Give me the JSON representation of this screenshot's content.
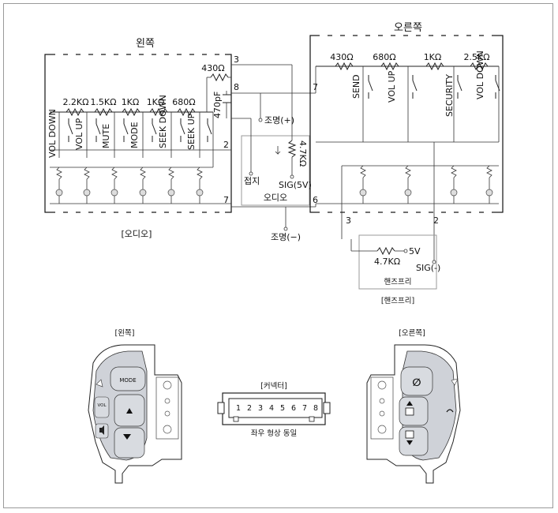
{
  "left_section": {
    "title": "왼쪽",
    "resistors": [
      "2.2KΩ",
      "1.5KΩ",
      "1KΩ",
      "1KΩ",
      "680Ω"
    ],
    "switches": [
      "VOL DOWN",
      "VOL UP",
      "MUTE",
      "MODE",
      "SEEK DOWN",
      "SEEK UP"
    ],
    "series_resistor": "430Ω",
    "capacitor": "470pF",
    "caption": "[오디오]"
  },
  "right_section": {
    "title": "오른쪽",
    "resistors": [
      "430Ω",
      "680Ω",
      "1KΩ",
      "2.5KΩ"
    ],
    "switches": [
      "SEND",
      "VOL UP",
      "SECURITY",
      "VOL DOWN"
    ]
  },
  "pins": {
    "p3": "3",
    "p8": "8",
    "p2": "2",
    "p7_left": "7",
    "p7_right": "7",
    "p6": "6",
    "hf_3": "3",
    "hf_2": "2"
  },
  "audio_unit": {
    "illum_plus": "조명(+)",
    "resistor": "4.7KΩ",
    "ground": "접지",
    "sig": "SIG(5V)",
    "label": "오디오",
    "illum_minus": "조명(−)"
  },
  "handsfree": {
    "resistor": "4.7KΩ",
    "v5": "5V",
    "sig": "SIG(-)",
    "label": "핸즈프리",
    "caption": "[핸즈프리]"
  },
  "bottom": {
    "left_caption": "[왼쪽]",
    "right_caption": "[오른쪽]",
    "connector_caption": "[커넥터]",
    "connector_pins": [
      "1",
      "2",
      "3",
      "4",
      "5",
      "6",
      "7",
      "8"
    ],
    "connector_note": "좌우 형상 동일",
    "left_buttons": {
      "mode": "MODE",
      "vol": "VOL",
      "up_icon": "triangle-up",
      "down_icon": "triangle-down"
    },
    "right_buttons": {
      "top_icon": "phone-slash",
      "side_icon": "hook"
    }
  }
}
